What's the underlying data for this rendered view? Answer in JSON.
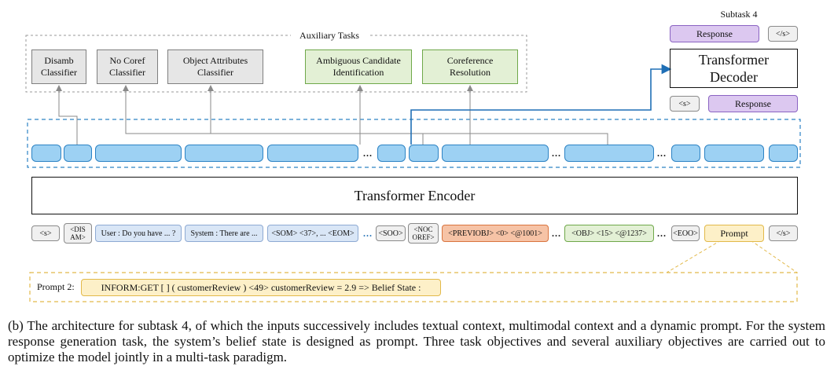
{
  "subtask_label": "Subtask 4",
  "aux_tasks_label": "Auxiliary Tasks",
  "aux_boxes": [
    "Disamb\nClassifier",
    "No Coref\nClassifier",
    "Object Attributes\nClassifier"
  ],
  "green_boxes": [
    "Ambiguous Candidate\nIdentification",
    "Coreference\nResolution"
  ],
  "decoder": {
    "title": "Transformer\nDecoder",
    "output_tokens": [
      "Response",
      "</s>"
    ],
    "input_tokens": [
      "<s>",
      "Response"
    ]
  },
  "encoder_title": "Transformer Encoder",
  "ellipsis": "...",
  "input_tokens": {
    "s": "<s>",
    "disam": "<DIS\nAM>",
    "user": "User : Do you have ... ?",
    "system": "System : There are ...",
    "som": "<SOM> <37>, ... <EOM>",
    "soo": "<SOO>",
    "nocoref": "<NOC\nOREF>",
    "previobj": "<PREVIOBJ> <0> <@1001>",
    "obj": "<OBJ> <15> <@1237>",
    "eoo": "<EOO>",
    "prompt": "Prompt",
    "end": "</s>"
  },
  "prompt_panel": {
    "label": "Prompt 2:",
    "text": "INFORM:GET [ ] ( customerReview ) <49> customerReview = 2.9 => Belief State :"
  },
  "caption": "(b) The architecture for subtask 4, of which the inputs successively includes textual context, multimodal context and a dynamic prompt. For the system response generation task, the system’s belief state is designed as prompt. Three task objectives and several auxiliary objectives are carried out to optimize the model jointly in a multi-task paradigm.",
  "colors": {
    "grey_box": "#e6e6e6",
    "green_box": "#e3f0d5",
    "purple": "#dcc8f0",
    "embedding": "#9dd1f3",
    "arrow_blue": "#1f6fb5",
    "orange": "#f6c3a6",
    "prompt_yellow": "#fdf0c8"
  }
}
